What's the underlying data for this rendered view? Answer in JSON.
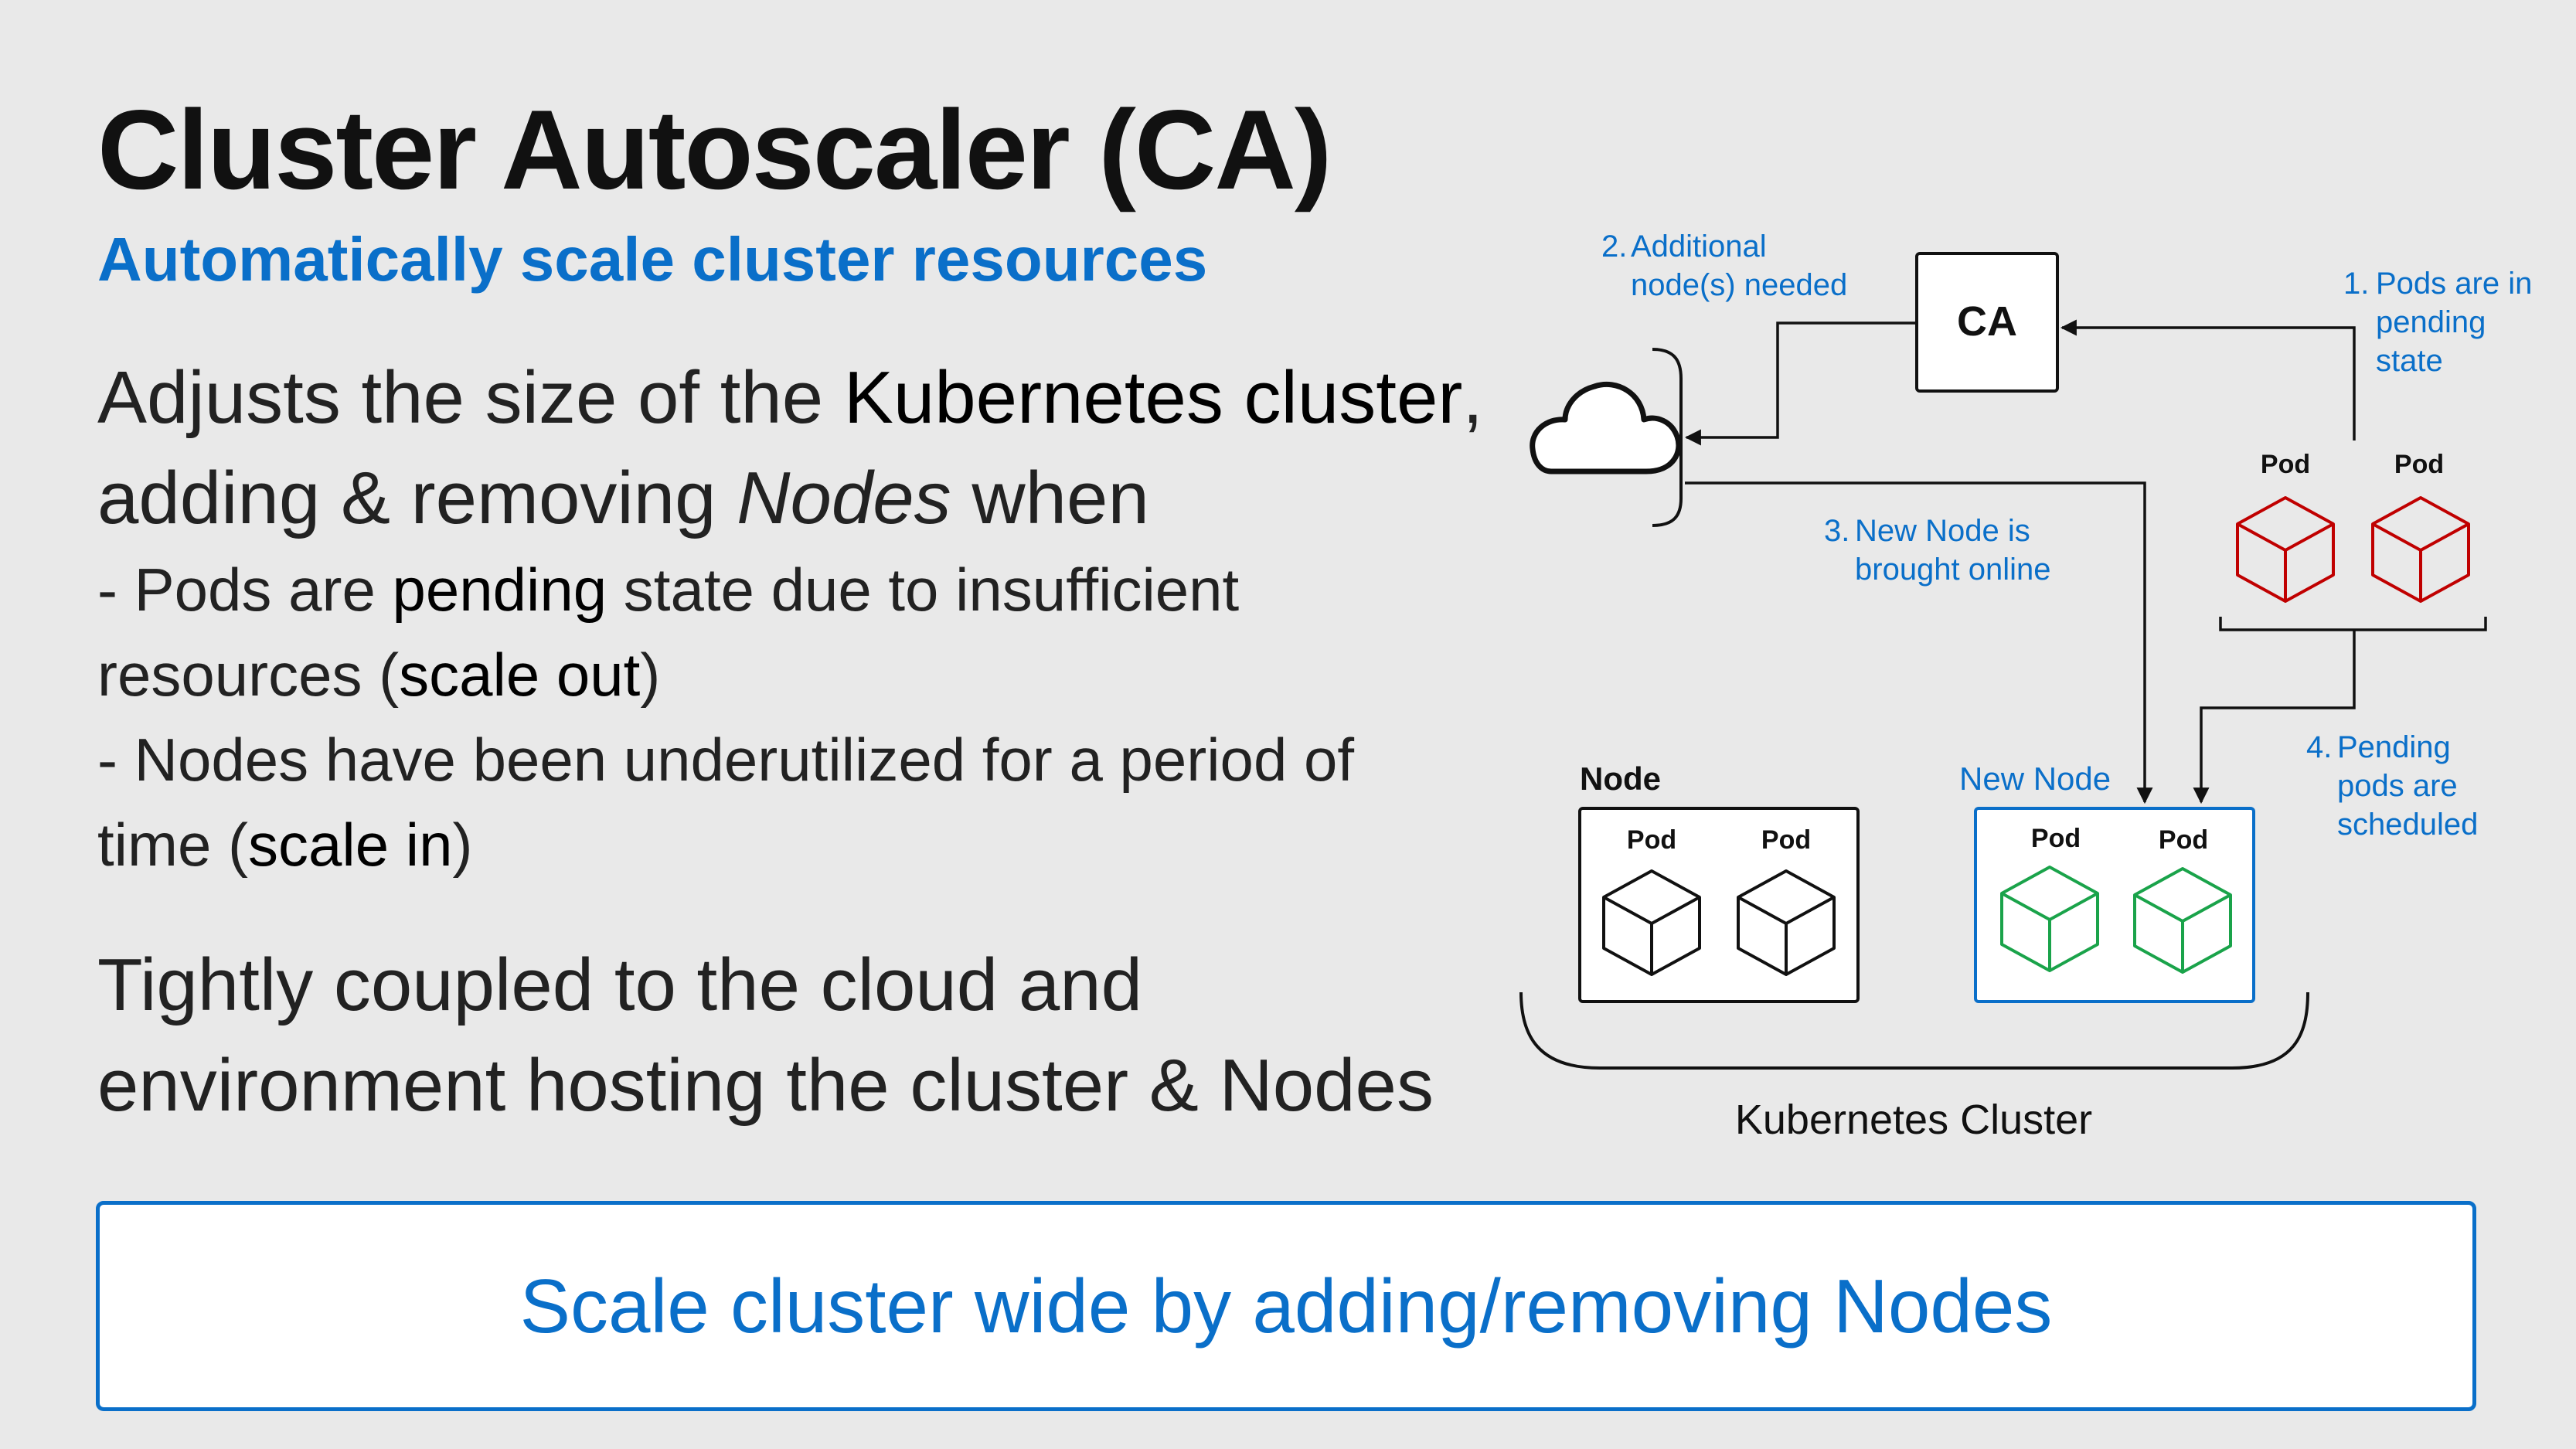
{
  "slide": {
    "title": "Cluster Autoscaler (CA)",
    "subtitle": "Automatically scale cluster resources",
    "lead": {
      "l1_a": "Adjusts the size of the ",
      "l1_b": "Kubernetes cluster",
      "l1_c": ",",
      "l2_a": "adding & removing ",
      "l2_b": "Nodes",
      "l2_c": " when"
    },
    "bullets": {
      "b1_a": "- Pods are ",
      "b1_b": "pending",
      "b1_c": " state due to insufficient",
      "b1_d": "resources (",
      "b1_e": "scale out",
      "b1_f": ")",
      "b2_a": "- Nodes have been underutilized for a period of",
      "b2_b": "time (",
      "b2_c": "scale in",
      "b2_d": ")"
    },
    "tail": {
      "l1": "Tightly coupled to the cloud and",
      "l2": "environment hosting the cluster & Nodes"
    },
    "banner": "Scale cluster wide by adding/removing Nodes"
  },
  "diagram": {
    "ca_label": "CA",
    "step1": {
      "num": "1.",
      "l1": "Pods are in",
      "l2": "pending",
      "l3": "state"
    },
    "step2": {
      "num": "2.",
      "l1": "Additional",
      "l2": "node(s) needed"
    },
    "step3": {
      "num": "3.",
      "l1": "New Node is",
      "l2": "brought online"
    },
    "step4": {
      "num": "4.",
      "l1": "Pending",
      "l2": "pods are",
      "l3": "scheduled"
    },
    "pending_pods": [
      "Pod",
      "Pod"
    ],
    "node": {
      "label": "Node",
      "pods": [
        "Pod",
        "Pod"
      ]
    },
    "new_node": {
      "label": "New Node",
      "pods": [
        "Pod",
        "Pod"
      ]
    },
    "cluster_label": "Kubernetes Cluster",
    "colors": {
      "accent": "#0a6fc9",
      "pending_pod": "#c00000",
      "scheduled_pod": "#1aa34a",
      "line": "#111111"
    },
    "icons": [
      "cloud-icon",
      "pod-cube-icon"
    ]
  }
}
